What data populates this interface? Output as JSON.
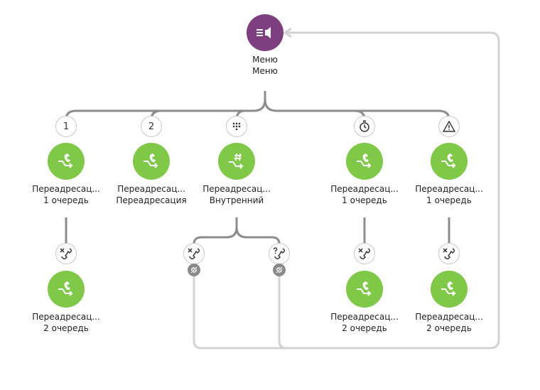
{
  "root": {
    "title": "Меню",
    "subtitle": "Меню",
    "icon": "menu-speaker-icon"
  },
  "branches": [
    {
      "key": "1",
      "badge_icon": "digit",
      "title": "Переадресац...",
      "subtitle": "1 очередь",
      "node_icon": "call-forward-icon"
    },
    {
      "key": "2",
      "badge_icon": "digit",
      "title": "Переадресац...",
      "subtitle": "Переадресация",
      "node_icon": "call-forward-icon"
    },
    {
      "key": "",
      "badge_icon": "keypad-icon",
      "title": "Переадресац...",
      "subtitle": "Внутренний",
      "node_icon": "call-forward-hash-icon"
    },
    {
      "key": "",
      "badge_icon": "timer-icon",
      "title": "Переадресац...",
      "subtitle": "1 очередь",
      "node_icon": "call-forward-icon"
    },
    {
      "key": "",
      "badge_icon": "warning-icon",
      "title": "Переадресац...",
      "subtitle": "1 очередь",
      "node_icon": "call-forward-icon"
    }
  ],
  "children": [
    {
      "parent": 1,
      "badge_icon": "call-failed-icon",
      "title": "Переадресац...",
      "subtitle": "2 очередь",
      "node_icon": "call-forward-icon"
    },
    {
      "parent": 4,
      "badge_icon": "call-failed-icon",
      "title": "Переадресац...",
      "subtitle": "2 очередь",
      "node_icon": "call-forward-icon"
    },
    {
      "parent": 5,
      "badge_icon": "call-failed-icon",
      "title": "Переадресац...",
      "subtitle": "2 очередь",
      "node_icon": "call-forward-icon"
    }
  ],
  "loops": [
    {
      "parent": 3,
      "badge_icon": "call-failed-icon",
      "link_icon": "loop-link-icon",
      "target": "root"
    },
    {
      "parent": 3,
      "badge_icon": "call-unknown-icon",
      "link_icon": "loop-link-icon",
      "target": "root"
    }
  ],
  "colors": {
    "node": "#80c847",
    "root": "#7d3f7f",
    "wire": "#8c8c8c",
    "loop_wire": "#d2d2d2",
    "mini_badge": "#8a8a8a"
  }
}
